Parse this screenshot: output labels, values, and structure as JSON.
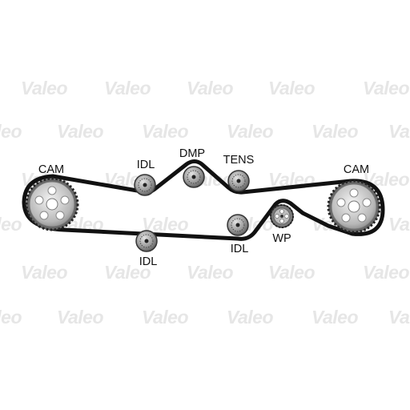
{
  "watermark": {
    "text": "Valeo",
    "color": "#e6e6e6"
  },
  "diagram": {
    "belt_color": "#111111",
    "labels": {
      "cam_left": "CAM",
      "cam_right": "CAM",
      "idl_top": "IDL",
      "dmp": "DMP",
      "tens": "TENS",
      "idl_bottom_left": "IDL",
      "idl_bottom_right": "IDL",
      "wp": "WP"
    },
    "components": [
      {
        "id": "cam-left",
        "type": "cam-sprocket",
        "label_key": "cam_left"
      },
      {
        "id": "cam-right",
        "type": "cam-sprocket",
        "label_key": "cam_right"
      },
      {
        "id": "idler-top",
        "type": "idler-pulley",
        "label_key": "idl_top"
      },
      {
        "id": "damper",
        "type": "damper-pulley",
        "label_key": "dmp"
      },
      {
        "id": "tensioner",
        "type": "tensioner-pulley",
        "label_key": "tens"
      },
      {
        "id": "idler-bottom-left",
        "type": "idler-pulley",
        "label_key": "idl_bottom_left"
      },
      {
        "id": "idler-bottom-right",
        "type": "idler-pulley",
        "label_key": "idl_bottom_right"
      },
      {
        "id": "water-pump",
        "type": "water-pump-sprocket",
        "label_key": "wp"
      }
    ]
  }
}
